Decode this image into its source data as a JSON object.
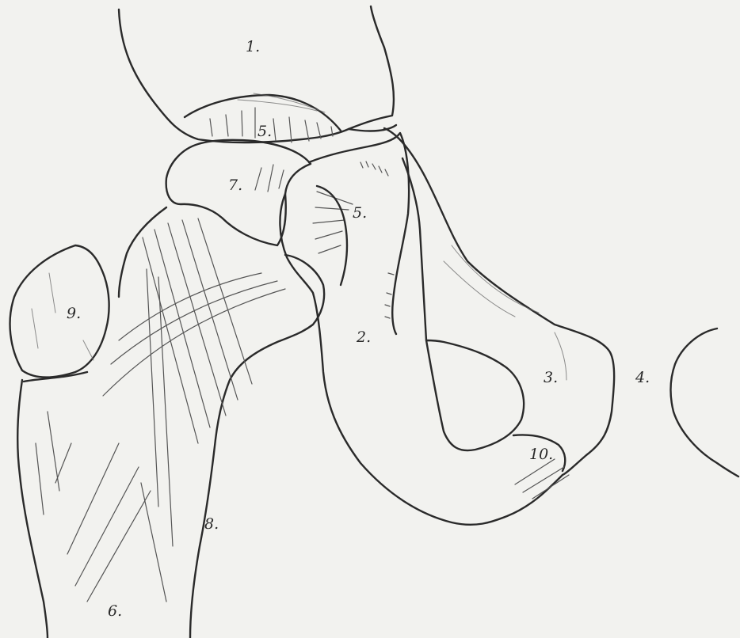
{
  "labels": {
    "l1": "1.",
    "l2": "2.",
    "l3": "3.",
    "l4": "4.",
    "l5a": "5.",
    "l5b": "5.",
    "l6": "6.",
    "l7": "7.",
    "l8": "8.",
    "l9": "9.",
    "l10": "10."
  },
  "colors": {
    "paper": "#f2f2ef",
    "ink": "#2a2a2a"
  }
}
